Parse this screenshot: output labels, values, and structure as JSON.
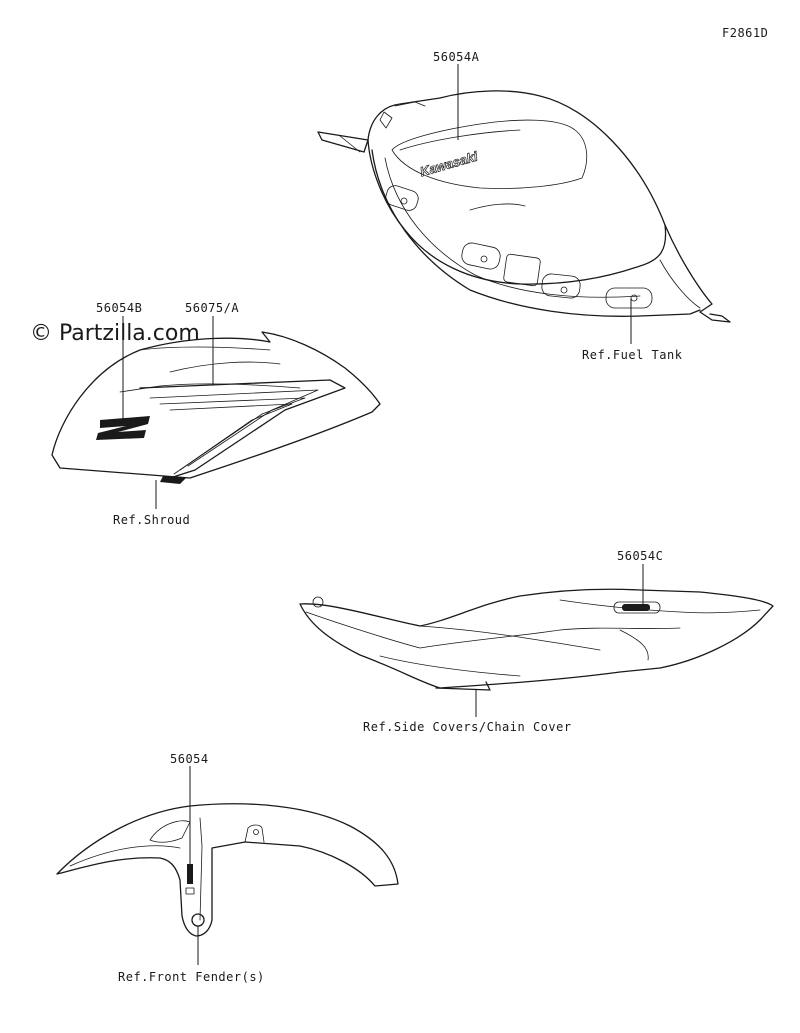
{
  "figure_code": "F2861D",
  "watermark": "© Partzilla.com",
  "parts": {
    "fuel_tank": {
      "part_number": "56054A",
      "reference": "Ref.Fuel Tank",
      "logo_text": "Kawasaki"
    },
    "shroud": {
      "part_number_left": "56054B",
      "part_number_right": "56075/A",
      "reference": "Ref.Shroud"
    },
    "side_covers": {
      "part_number": "56054C",
      "reference": "Ref.Side Covers/Chain Cover"
    },
    "front_fender": {
      "part_number": "56054",
      "reference": "Ref.Front Fender(s)"
    }
  }
}
